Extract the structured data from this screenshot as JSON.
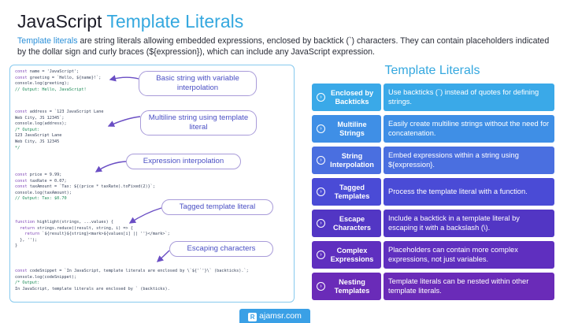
{
  "title": {
    "part1": "JavaScript",
    "part2": "Template Literals"
  },
  "intro": {
    "highlight": "Template literals",
    "text": " are string literals allowing embedded expressions, enclosed by backtick (`) characters. They can contain placeholders indicated by the dollar sign and curly braces (${expression}), which can include any JavaScript expression."
  },
  "callouts": {
    "basic": "Basic string with variable interpolation",
    "multiline": "Multiline string using template literal",
    "expression": "Expression interpolation",
    "tagged": "Tagged template literal",
    "escaping": "Escaping characters"
  },
  "code": {
    "block1": [
      "const name = 'JavaScript';",
      "const greeting = `Hello, ${name}!`;",
      "console.log(greeting);",
      "// Output: Hello, JavaScript!"
    ],
    "block2": [
      "const address = `123 JavaScript Lane",
      "Web City, JS 12345`;",
      "console.log(address);",
      "/* Output:",
      "123 JavaScript Lane",
      "Web City, JS 12345",
      "*/"
    ],
    "block3": [
      "const price = 9.99;",
      "const taxRate = 0.07;",
      "const taxAmount = `Tax: ${(price * taxRate).toFixed(2)}`;",
      "console.log(taxAmount);",
      "// Output: Tax: $0.70"
    ],
    "block4": [
      "function highlight(strings, ...values) {",
      "  return strings.reduce((result, string, i) => {",
      "    return `${result}${string}<mark>${values[i] || ''}</mark>`;",
      "  }, '');",
      "}"
    ],
    "block5": [
      "const codeSnippet = `In JavaScript, template literals are enclosed by \\`${'`'}\\` (backticks).`;",
      "console.log(codeSnippet);",
      "/* Output:",
      "In JavaScript, template literals are enclosed by ` (backticks)."
    ]
  },
  "table": {
    "title": "Template Literals",
    "rows": [
      {
        "label": "Enclosed by Backticks",
        "desc": "Use backticks (`) instead of quotes for defining strings.",
        "color": "#3aa9e8"
      },
      {
        "label": "Multiline Strings",
        "desc": "Easily create multiline strings without the need for concatenation.",
        "color": "#3f8fe6"
      },
      {
        "label": "String Interpolation",
        "desc": "Embed expressions within a string using ${expression}.",
        "color": "#4a6fe0"
      },
      {
        "label": "Tagged Templates",
        "desc": "Process the template literal with a function.",
        "color": "#4a4bd6"
      },
      {
        "label": "Escape Characters",
        "desc": "Include a backtick in a template literal by escaping it with a backslash (\\).",
        "color": "#5236c4"
      },
      {
        "label": "Complex Expressions",
        "desc": "Placeholders can contain more complex expressions, not just variables.",
        "color": "#5f2fbf"
      },
      {
        "label": "Nesting Templates",
        "desc": "Template literals can be nested within other template literals.",
        "color": "#6a2bb8"
      }
    ]
  },
  "footer": {
    "logo_letter": "R",
    "text": "ajamsr.com"
  },
  "colors": {
    "accent": "#35a8df",
    "callout_text": "#4a4fc4",
    "panel_border": "#86c9ee"
  }
}
